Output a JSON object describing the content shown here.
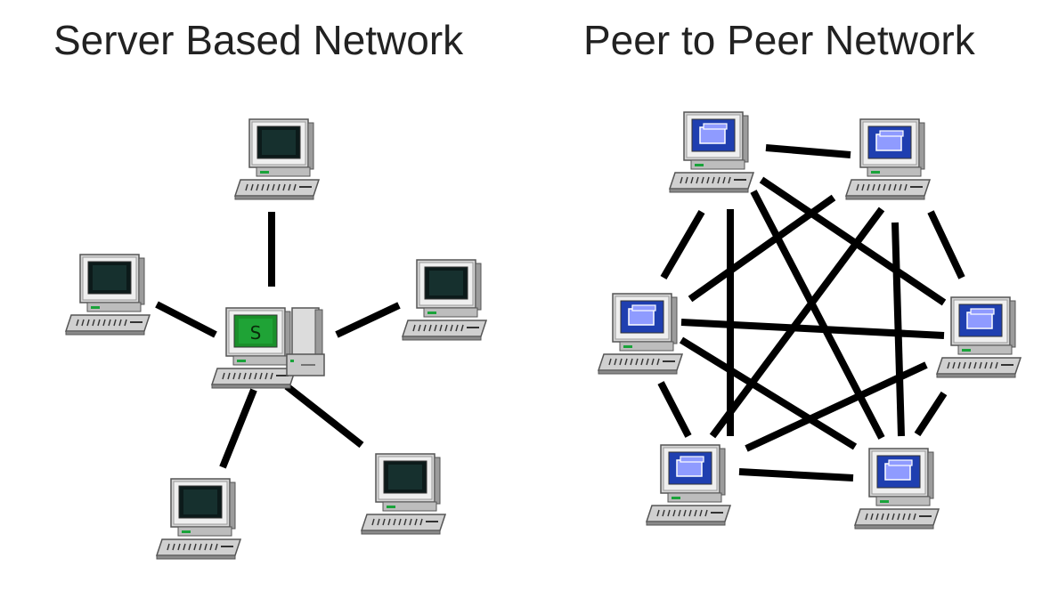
{
  "titles": {
    "server_based": "Server Based Network",
    "peer_to_peer": "Peer to Peer Network"
  },
  "server": {
    "screen_letter": "S"
  },
  "colors": {
    "background": "#ffffff",
    "link": "#000000",
    "client_screen": "#0c1a1a",
    "server_screen": "#1a8f2a",
    "peer_screen": "#1f3fb0",
    "peer_window": "#8f9bff",
    "monitor_body": "#d4d4d4"
  },
  "icons": {
    "client": "monitor-dark-screen-icon",
    "server": "server-with-tower-icon",
    "peer": "monitor-blue-screen-icon"
  }
}
